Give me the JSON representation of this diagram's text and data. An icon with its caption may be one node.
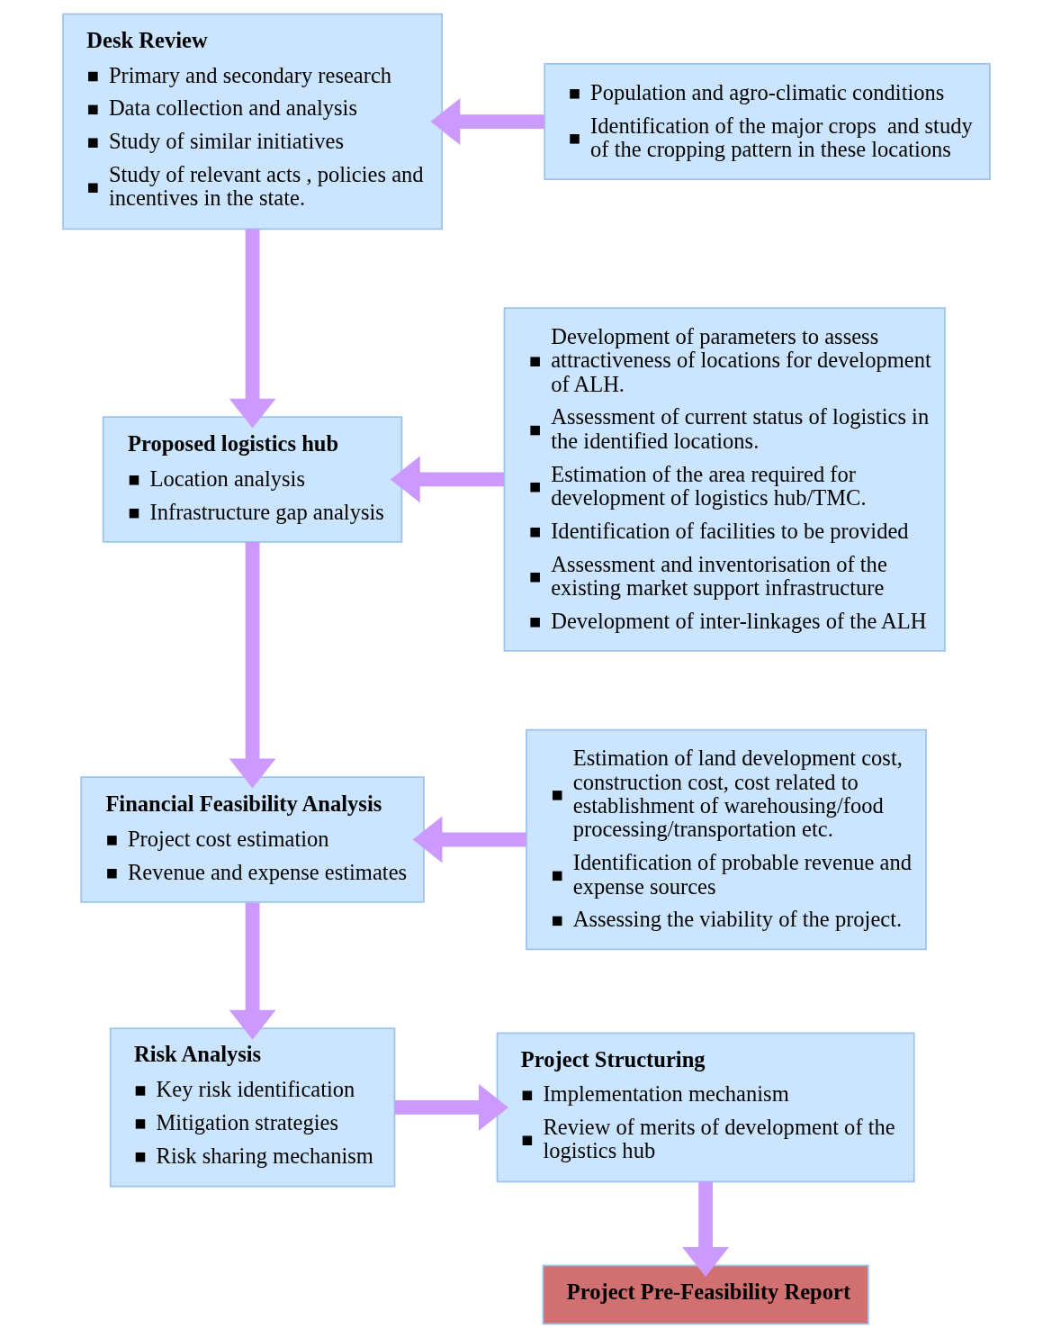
{
  "diagram": {
    "nodes": [
      {
        "text": [
          "Desk Review",
          "Primary and secondary research",
          "Data collection and analysis",
          "Study of similar initiatives",
          "Study of relevant acts , policies and incentives in the state."
        ]
      },
      {
        "text": [
          "Population and agro-climatic conditions",
          "Identification of the major crops  and study of the cropping pattern in these locations"
        ]
      },
      {
        "text": [
          "Proposed logistics hub",
          "Location analysis",
          "Infrastructure gap analysis"
        ]
      },
      {
        "text": [
          "Development of parameters to assess attractiveness of locations for development of ALH.",
          "Assessment of current status of logistics in the identified locations.",
          "Estimation of the area required for development of logistics hub/TMC.",
          "Identification of facilities to be provided",
          "Assessment and inventorisation of the existing market support infrastructure",
          "Development of inter-linkages of the ALH"
        ]
      },
      {
        "text": [
          "Financial Feasibility Analysis",
          "Project cost estimation",
          "Revenue and expense estimates"
        ]
      },
      {
        "text": [
          "Estimation of land development cost, construction cost, cost related to establishment of warehousing/food processing/transportation etc.",
          "Identification of probable revenue and expense sources",
          "Assessing the viability of the project."
        ]
      },
      {
        "text": [
          "Risk Analysis",
          "Key risk identification",
          "Mitigation strategies",
          "Risk sharing mechanism"
        ]
      },
      {
        "text": [
          "Project Structuring",
          "Implementation mechanism",
          "Review of merits of development of the logistics hub"
        ]
      },
      {
        "text": [
          "Project Pre-Feasibility Report"
        ]
      }
    ],
    "edges": [
      {
        "from": 1,
        "to": 0,
        "arrow": "to"
      },
      {
        "from": 0,
        "to": 2,
        "arrow": "to"
      },
      {
        "from": 3,
        "to": 2,
        "arrow": "to"
      },
      {
        "from": 2,
        "to": 4,
        "arrow": "to"
      },
      {
        "from": 5,
        "to": 4,
        "arrow": "to"
      },
      {
        "from": 4,
        "to": 6,
        "arrow": "to"
      },
      {
        "from": 6,
        "to": 7,
        "arrow": "to"
      },
      {
        "from": 7,
        "to": 8,
        "arrow": "to"
      }
    ]
  }
}
